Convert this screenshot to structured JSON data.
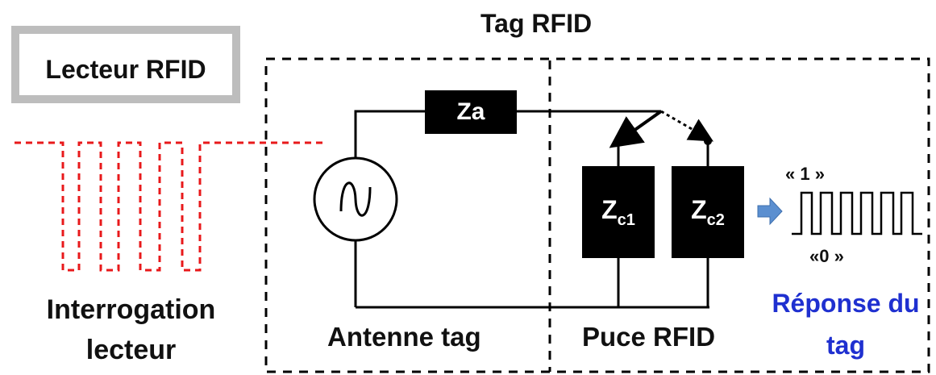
{
  "tag_title": "Tag RFID",
  "reader_box_label": "Lecteur RFID",
  "reader_interrogation_label": [
    "Interrogation",
    "lecteur"
  ],
  "antenna_label": "Antenne tag",
  "chip_label": "Puce RFID",
  "components": {
    "za": "Za",
    "zc1": {
      "main": "Z",
      "sub": "c1"
    },
    "zc2": {
      "main": "Z",
      "sub": "c2"
    }
  },
  "signal_levels": {
    "high": "« 1 »",
    "low": "«0 »"
  },
  "response_label": [
    "Réponse du",
    "tag"
  ],
  "colors": {
    "reader_signal": "#e8191b",
    "response_text": "#1f30d0",
    "arrow_fill": "#5b8fd0",
    "box_border": "#bdbdbd"
  }
}
